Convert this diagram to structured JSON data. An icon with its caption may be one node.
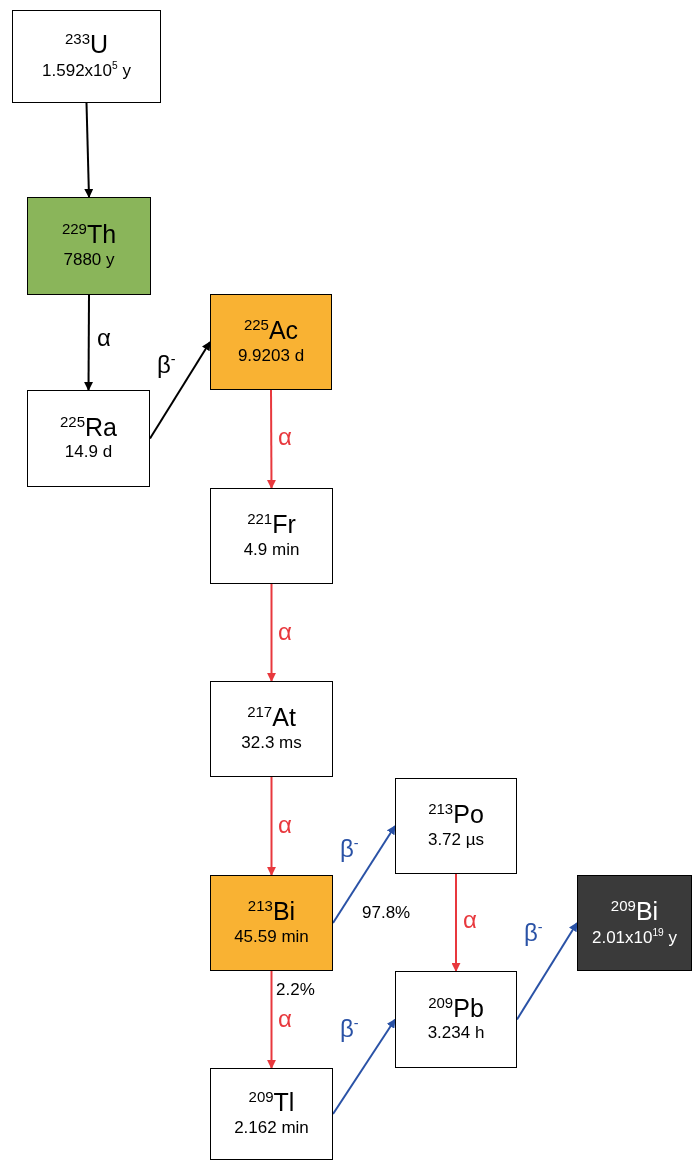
{
  "diagram": {
    "nodes": [
      {
        "text": [
          "$^{233}$U",
          "1.592x10$^{5}$ y"
        ]
      },
      {
        "text": [
          "$^{229}$Th",
          "7880 y"
        ]
      },
      {
        "text": [
          "$^{225}$Ac",
          "9.9203 d"
        ]
      },
      {
        "text": [
          "$^{225}$Ra",
          "14.9 d"
        ]
      },
      {
        "text": [
          "$^{221}$Fr",
          "4.9 min"
        ]
      },
      {
        "text": [
          "$^{217}$At",
          "32.3 ms"
        ]
      },
      {
        "text": [
          "$^{213}$Po",
          "3.72 µs"
        ]
      },
      {
        "text": [
          "$^{213}$Bi",
          "45.59 min"
        ]
      },
      {
        "text": [
          "$^{209}$Bi",
          "2.01x10$^{19}$ y"
        ]
      },
      {
        "text": [
          "$^{209}$Pb",
          "3.234 h"
        ]
      },
      {
        "text": [
          "$^{209}$Tl",
          "2.162 min"
        ]
      }
    ],
    "edges": [
      {
        "from": 0,
        "to": 1,
        "arrow": "to",
        "color": "#000000"
      },
      {
        "from": 1,
        "to": 3,
        "arrow": "to",
        "label": "α",
        "color": "#000000"
      },
      {
        "from": 3,
        "to": 2,
        "arrow": "to",
        "label": "β$^{-}$",
        "color": "#000000"
      },
      {
        "from": 2,
        "to": 4,
        "arrow": "to",
        "label": "α"
      },
      {
        "from": 4,
        "to": 5,
        "arrow": "to",
        "label": "α"
      },
      {
        "from": 5,
        "to": 7,
        "arrow": "to",
        "label": "α"
      },
      {
        "from": 7,
        "to": 6,
        "arrow": "to",
        "label": "β$^{-}$",
        "color": "#2a52a6"
      },
      {
        "from": 6,
        "to": 9,
        "arrow": "to",
        "label": "α"
      },
      {
        "from": 7,
        "to": 10,
        "arrow": "to",
        "label": "α"
      },
      {
        "from": 10,
        "to": 9,
        "arrow": "to",
        "label": "β$^{-}$",
        "color": "#2a52a6"
      },
      {
        "from": 9,
        "to": 8,
        "arrow": "to",
        "label": "β$^{-}$",
        "color": "#2a52a6"
      }
    ],
    "labels": [
      "97.8%",
      "2.2%"
    ]
  }
}
